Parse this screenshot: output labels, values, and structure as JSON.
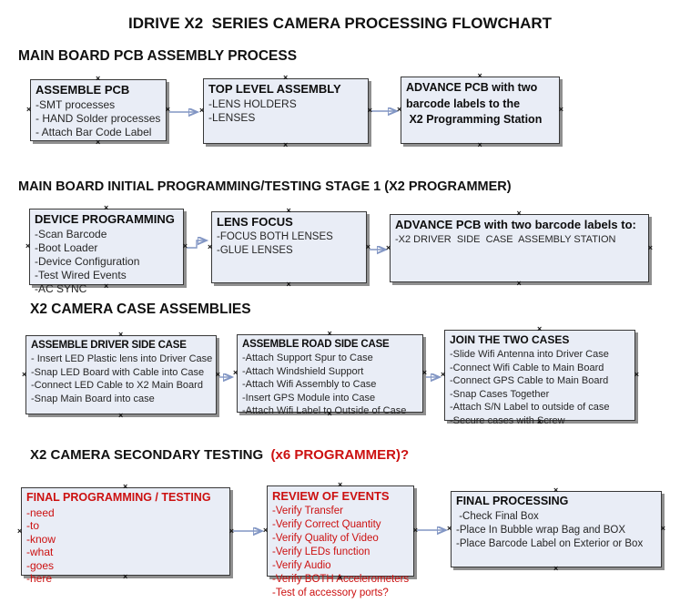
{
  "page_title": "IDRIVE X2  SERIES CAMERA PROCESSING FLOWCHART",
  "colors": {
    "box_fill": "#e9edf6",
    "box_border": "#383838",
    "box_shadow": "#8f8f8f",
    "arrow_line": "#8296c4",
    "arrow_head": "#3f5fa8",
    "accent_red": "#cc1010"
  },
  "sections": [
    {
      "heading": "MAIN BOARD PCB ASSEMBLY PROCESS",
      "boxes": [
        {
          "title": "ASSEMBLE PCB",
          "lines": [
            "-SMT processes",
            "- HAND Solder processes",
            "- Attach Bar Code Label"
          ]
        },
        {
          "title": "TOP LEVEL ASSEMBLY",
          "lines": [
            "-LENS HOLDERS",
            "-LENSES"
          ]
        },
        {
          "title": "ADVANCE PCB with two\nbarcode labels to the\n X2 Programming Station",
          "lines": []
        }
      ]
    },
    {
      "heading": "MAIN BOARD INITIAL PROGRAMMING/TESTING STAGE 1 (X2 PROGRAMMER)",
      "boxes": [
        {
          "title": "DEVICE PROGRAMMING",
          "lines": [
            "-Scan Barcode",
            "-Boot Loader",
            "-Device Configuration",
            "-Test Wired Events",
            "-AC SYNC"
          ]
        },
        {
          "title": "LENS FOCUS",
          "lines": [
            "-FOCUS BOTH LENSES",
            "-GLUE LENSES"
          ]
        },
        {
          "title": "ADVANCE PCB with two barcode labels to:",
          "lines": [
            "-X2 DRIVER  SIDE  CASE  ASSEMBLY STATION"
          ]
        }
      ]
    },
    {
      "heading": "X2 CAMERA CASE ASSEMBLIES",
      "boxes": [
        {
          "title": "ASSEMBLE DRIVER SIDE CASE",
          "lines": [
            "- Insert LED Plastic lens into Driver Case",
            "-Snap LED Board with Cable into Case",
            "-Connect LED Cable to X2 Main Board",
            "-Snap Main Board into case"
          ]
        },
        {
          "title": "ASSEMBLE ROAD SIDE CASE",
          "lines": [
            "-Attach Support Spur to Case",
            "-Attach Windshield Support",
            "-Attach Wifi Assembly to Case",
            "-Insert GPS Module into Case",
            "-Attach Wifi Label to Outside of Case"
          ]
        },
        {
          "title": "JOIN THE TWO CASES",
          "lines": [
            "-Slide Wifi Antenna into Driver Case",
            "-Connect Wifi Cable to Main Board",
            "-Connect GPS Cable to Main Board",
            "-Snap Cases Together",
            "-Attach S/N Label to outside of case",
            "-Secure cases with Screw"
          ]
        }
      ]
    },
    {
      "heading": "X2 CAMERA SECONDARY TESTING ",
      "heading_accent": " (x6 PROGRAMMER)?",
      "boxes": [
        {
          "title": "FINAL PROGRAMMING / TESTING",
          "lines": [
            "-need",
            "-to",
            "-know",
            "-what",
            "-goes",
            "-here"
          ]
        },
        {
          "title": "REVIEW OF EVENTS",
          "lines": [
            "-Verify Transfer",
            "-Verify Correct Quantity",
            "-Verify Quality of Video",
            "-Verify LEDs function",
            "-Verify Audio",
            "-Verify BOTH Accelerometers",
            "-Test of accessory ports?"
          ]
        },
        {
          "title": "FINAL PROCESSING",
          "lines": [
            " -Check Final Box",
            "-Place In Bubble wrap Bag and BOX",
            "-Place Barcode Label on Exterior or Box"
          ]
        }
      ]
    }
  ]
}
